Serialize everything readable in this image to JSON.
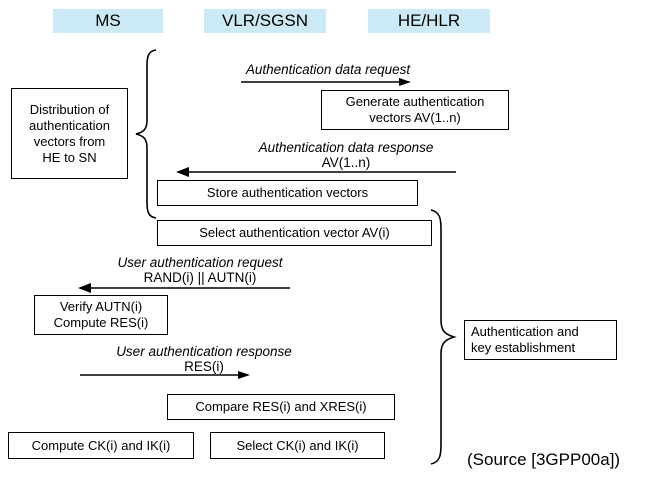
{
  "diagram": {
    "title_columns": [
      {
        "id": "ms",
        "label": "MS"
      },
      {
        "id": "vlr-sgsn",
        "label": "VLR/SGSN"
      },
      {
        "id": "he-hlr",
        "label": "HE/HLR"
      }
    ],
    "phase_labels": [
      {
        "id": "distribution",
        "lines": [
          "Distribution of",
          "authentication",
          "vectors from",
          "HE to SN"
        ]
      },
      {
        "id": "auth-key-establishment",
        "lines": [
          "Authentication and",
          "key establishment"
        ]
      }
    ],
    "process_boxes": [
      {
        "id": "generate-av",
        "lines": [
          "Generate authentication",
          "vectors AV(1..n)"
        ]
      },
      {
        "id": "store-av",
        "lines": [
          "Store authentication vectors"
        ]
      },
      {
        "id": "select-av",
        "lines": [
          "Select authentication vector AV(i)"
        ]
      },
      {
        "id": "verify-autn",
        "lines": [
          "Verify AUTN(i)",
          "Compute RES(i)"
        ]
      },
      {
        "id": "compare-res",
        "lines": [
          "Compare RES(i) and XRES(i)"
        ]
      },
      {
        "id": "compute-ck-ik",
        "lines": [
          "Compute CK(i) and IK(i)"
        ]
      },
      {
        "id": "select-ck-ik",
        "lines": [
          "Select CK(i) and IK(i)"
        ]
      }
    ],
    "messages": [
      {
        "id": "auth-data-request",
        "primary": "Authentication data request",
        "secondary": "",
        "direction": "right"
      },
      {
        "id": "auth-data-response",
        "primary": "Authentication data response",
        "secondary": "AV(1..n)",
        "direction": "left"
      },
      {
        "id": "user-auth-request",
        "primary": "User authentication request",
        "secondary": "RAND(i) || AUTN(i)",
        "direction": "left"
      },
      {
        "id": "user-auth-response",
        "primary": "User authentication response",
        "secondary": "RES(i)",
        "direction": "right"
      }
    ],
    "source_note": "(Source [3GPP00a])",
    "colors": {
      "header_fill": "#cceaf6",
      "line": "#000000",
      "background": "#ffffff"
    }
  }
}
